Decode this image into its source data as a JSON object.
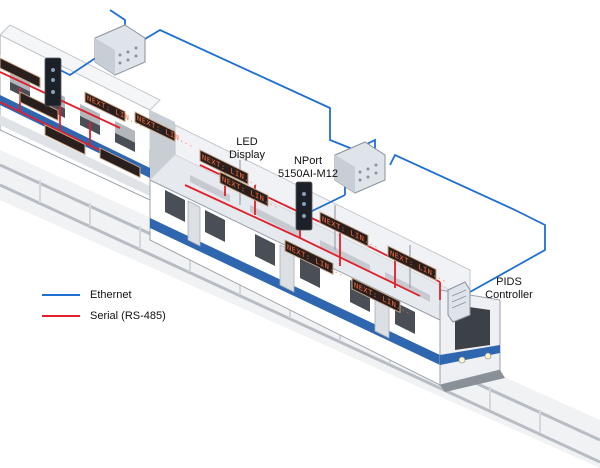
{
  "labels": {
    "led_display": "LED\nDisplay",
    "nport": "NPort\n5150AI-M12",
    "pids_controller": "PIDS\nController"
  },
  "legend": {
    "ethernet": {
      "label": "Ethernet",
      "color": "#1f6fd1"
    },
    "serial": {
      "label": "Serial (RS-485)",
      "color": "#e0202a"
    }
  },
  "led_sign_text": "NEXT: LIN...",
  "colors": {
    "car_body": "#e9ecef",
    "car_stripe": "#2f66b0",
    "rail": "#b8bdc4",
    "gateway": "#dfe4ea"
  }
}
